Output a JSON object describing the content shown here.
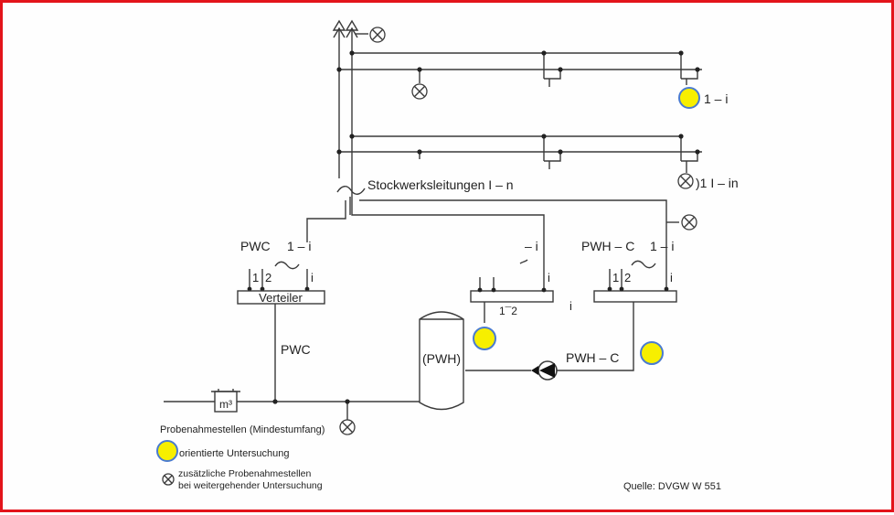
{
  "diagram": {
    "floor_lines_label": "Stockwerksleitungen I – n",
    "top_right_label": "1 – i",
    "bottom_right_label": ")1 I – in",
    "pwc_range": {
      "left": "PWC",
      "right": "1 – i"
    },
    "mid_range": "– i",
    "pwhc_range": {
      "left": "PWH – C",
      "right": "1 – i"
    },
    "branch_left": {
      "one": "1",
      "two": "2",
      "i": "i"
    },
    "branch_mid": {
      "i": "i",
      "one_two": "1¯2",
      "i_side": "i"
    },
    "branch_right": {
      "one": "1",
      "two": "2",
      "i": "i"
    },
    "verteiler": "Verteiler",
    "pwc_pipe": "PWC",
    "tank": "(PWH)",
    "pwhc_pipe": "PWH – C",
    "meter": "m³"
  },
  "legend": {
    "title": "Probenahmestellen (Mindestumfang)",
    "yellow_label": "orientierte Untersuchung",
    "cross_line1": "zusätzliche Probenahmestellen",
    "cross_line2": "bei weitergehender Untersuchung"
  },
  "source": "Quelle: DVGW W 551",
  "colors": {
    "border": "#e3141b",
    "sample_point": "#f7ef00",
    "sample_point_outline": "#4a7bd0",
    "line": "#3a3a3a"
  }
}
